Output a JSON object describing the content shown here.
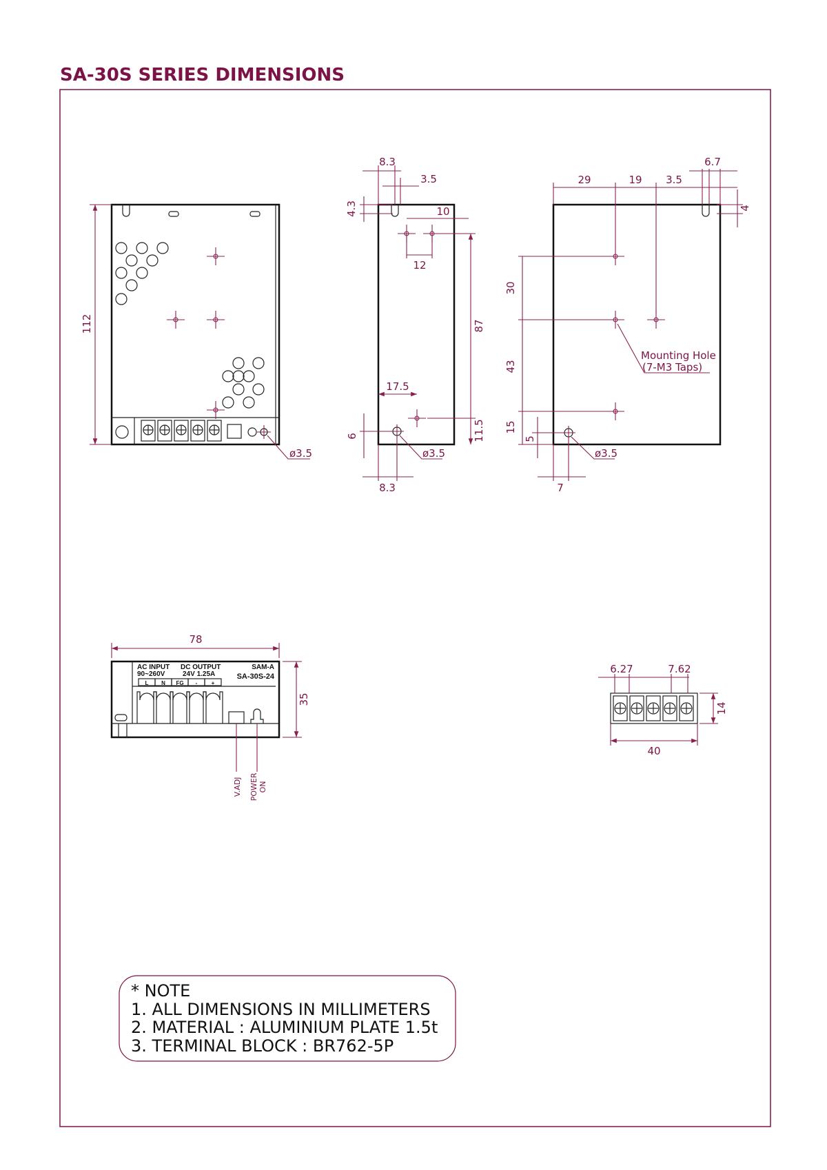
{
  "title": "SA-30S  SERIES  DIMENSIONS",
  "colors": {
    "accent": "#7b1346",
    "line": "#111111"
  },
  "top_view": {
    "height": "112",
    "hole": "ø3.5"
  },
  "side_view": {
    "d_8_3_top": "8.3",
    "d_3_5": "3.5",
    "d_4_3": "4.3",
    "d_10": "10",
    "d_12": "12",
    "d_87": "87",
    "d_17_5": "17.5",
    "d_6": "6",
    "d_11_5": "11.5",
    "hole": "ø3.5",
    "d_8_3_bottom": "8.3"
  },
  "rear_view": {
    "d_29": "29",
    "d_19": "19",
    "d_3_5": "3.5",
    "d_6_7": "6.7",
    "d_4": "4",
    "d_30": "30",
    "d_43": "43",
    "d_15": "15",
    "d_5": "5",
    "d_7": "7",
    "hole": "ø3.5",
    "mounting_line1": "Mounting Hole",
    "mounting_line2": "(7-M3 Taps)"
  },
  "front_view": {
    "width": "78",
    "height": "35",
    "ac_input": "AC INPUT",
    "ac_range": "90~260V",
    "dc_output": "DC OUTPUT",
    "dc_rating": "24V  1.25A",
    "terminals": [
      "L",
      "N",
      "FG",
      "-",
      "+"
    ],
    "brand": "SAM-A",
    "model": "SA-30S-24",
    "vadj": "V.ADJ",
    "power1": "POWER",
    "power2": "ON"
  },
  "terminal_block": {
    "pitch1": "6.27",
    "pitch2": "7.62",
    "height": "14",
    "width": "40"
  },
  "notes": {
    "heading": "*  NOTE",
    "items": [
      "1.  ALL  DIMENSIONS  IN  MILLIMETERS",
      "2.  MATERIAL  :  ALUMINIUM  PLATE  1.5t",
      "3.  TERMINAL  BLOCK  :  BR762-5P"
    ]
  }
}
